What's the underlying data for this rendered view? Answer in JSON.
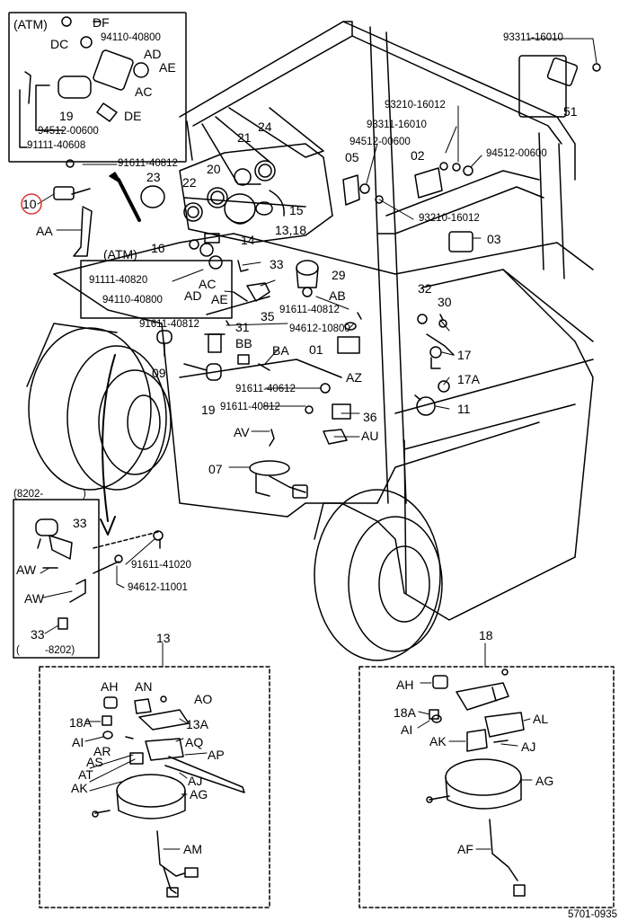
{
  "diagram": {
    "callouts": {
      "atm_top": "(ATM)",
      "df": "DF",
      "dc": "DC",
      "p94110_40800": "94110-40800",
      "ad": "AD",
      "ae": "AE",
      "ac": "AC",
      "n19": "19",
      "de": "DE",
      "p94512_00600": "94512-00600",
      "p91111_40608": "91111-40608",
      "p91611_40812_a": "91611-40812",
      "n10": "10",
      "aa": "AA",
      "n24": "24",
      "n21": "21",
      "n20": "20",
      "n23": "23",
      "n22": "22",
      "n15": "15",
      "n13_18": "13,18",
      "n16": "16",
      "n14": "14",
      "atm_mid": "(ATM)",
      "p91111_40820": "91111-40820",
      "p94110_40800_b": "94110-40800",
      "ad_b": "AD",
      "ac_b": "AC",
      "ae_b": "AE",
      "n33": "33",
      "n29": "29",
      "ab": "AB",
      "n35": "35",
      "p91611_40812_b": "91611-40812",
      "n31": "31",
      "bb": "BB",
      "ba": "BA",
      "n09": "09",
      "n19_b": "19",
      "p91611_40612": "91611-40612",
      "p91611_40812_c": "91611-40812",
      "p91611_40812_d": "91611-40812",
      "p94612_10800": "94612-10800",
      "n01": "01",
      "az": "AZ",
      "n36": "36",
      "au": "AU",
      "av": "AV",
      "n07": "07",
      "p93311_16010_top": "93311-16010",
      "n51": "51",
      "p93210_16012_a": "93210-16012",
      "p93311_16010_b": "93311-16010",
      "p94512_00600_b": "94512-00600",
      "n05": "05",
      "n02": "02",
      "p94512_00600_c": "94512-00600",
      "p93210_16012_b": "93210-16012",
      "n03": "03",
      "n32": "32",
      "n30": "30",
      "n17": "17",
      "n17a": "17A",
      "n11": "11",
      "inset_range_a": "(8202-",
      "inset_range_a_close": ")",
      "n33_b": "33",
      "aw_a": "AW",
      "aw_b": "AW",
      "n33_c": "33",
      "inset_range_b": "(",
      "inset_range_b_end": "-8202)",
      "p91611_41020": "91611-41020",
      "p94612_11001": "94612-11001",
      "d13": "13",
      "d18": "18",
      "ah13": "AH",
      "an13": "AN",
      "ao13": "AO",
      "a18a13": "18A",
      "a13a": "13A",
      "ai13": "AI",
      "aq13": "AQ",
      "ar13": "AR",
      "ap13": "AP",
      "as13": "AS",
      "at13": "AT",
      "aj13": "AJ",
      "ak13": "AK",
      "ag13": "AG",
      "am13": "AM",
      "ah18": "AH",
      "a18a18": "18A",
      "al18": "AL",
      "ai18": "AI",
      "ak18": "AK",
      "aj18": "AJ",
      "ag18": "AG",
      "af18": "AF",
      "footer": "5701-0935"
    }
  }
}
